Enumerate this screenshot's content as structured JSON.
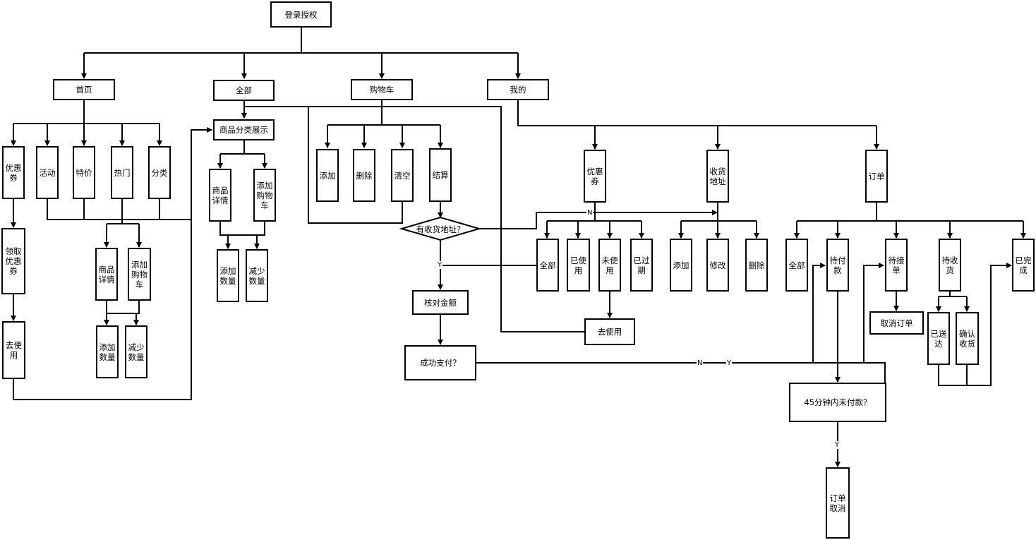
{
  "nodes": {
    "login": "登录授权",
    "home": "首页",
    "all": "全部",
    "cart": "购物车",
    "mine": "我的",
    "home_coupon": "优惠券",
    "home_activity": "活动",
    "home_special": "特价",
    "home_hot": "热门",
    "home_category": "分类",
    "get_coupon": "领取优惠券",
    "go_use_left": "去使用",
    "home_detail": "商品详情",
    "home_add_cart": "添加购物车",
    "home_add_qty": "添加数量",
    "home_reduce_qty": "减少数量",
    "category_display": "商品分类展示",
    "all_detail": "商品详情",
    "all_add_cart": "添加购物车",
    "all_add_qty": "添加数量",
    "all_reduce_qty": "减少数量",
    "cart_add": "添加",
    "cart_delete": "删除",
    "cart_clear": "清空",
    "cart_checkout": "结算",
    "has_address": "有收货地址？",
    "verify_amount": "核对金额",
    "pay_success": "成功支付？",
    "mine_coupon": "优惠券",
    "mine_address": "收货地址",
    "mine_order": "订单",
    "coupon_all": "全部",
    "coupon_used": "已使用",
    "coupon_unused": "未使用",
    "coupon_expired": "已过期",
    "go_use_right": "去使用",
    "address_add": "添加",
    "address_edit": "修改",
    "address_delete": "删除",
    "order_all": "全部",
    "order_pending_pay": "待付款",
    "order_pending_accept": "待接单",
    "order_pending_receive": "待收货",
    "order_done": "已完成",
    "cancel_order": "取消订单",
    "delivered": "已送达",
    "confirm_receive": "确认收货",
    "unpaid_45": "45分钟内未付款？",
    "order_cancelled": "订单取消"
  },
  "edge_labels": {
    "n_address": "N",
    "y_address": "Y",
    "n_pay": "N",
    "y_pay": "Y",
    "y_unpaid": "Y"
  }
}
